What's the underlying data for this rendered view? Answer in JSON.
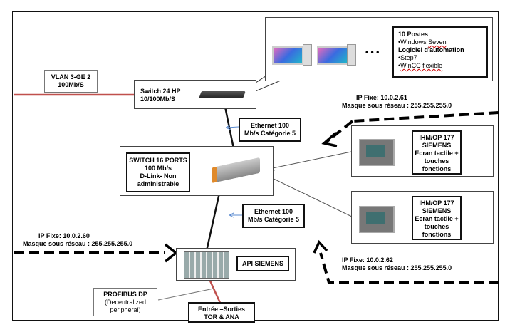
{
  "vlan": {
    "line1": "VLAN 3-GE 2",
    "line2": "100Mb/S"
  },
  "switch24": {
    "line1": "Switch 24 HP",
    "line2": "10/100Mb/S"
  },
  "switch16": {
    "line1": "SWITCH 16 PORTS",
    "line2": "100 Mb/s",
    "line3": "D-Link- Non",
    "line4": "administrable"
  },
  "postes": {
    "title": "10 Postes",
    "os_prefix": "Windows ",
    "os_word": "Seven",
    "sub": "Logiciel d'automation",
    "step": "Step7",
    "wincc": "WinCC flexible"
  },
  "eth_top": {
    "line1": "Ethernet 100",
    "line2": "Mb/s Catégorie 5"
  },
  "eth_bottom": {
    "line1": "Ethernet 100",
    "line2": "Mb/s Catégorie 5"
  },
  "ihm1": {
    "l1": "IHM/OP 177",
    "l2": "SIEMENS",
    "l3": "Ecran tactile +",
    "l4": "touches",
    "l5": "fonctions"
  },
  "ihm2": {
    "l1": "IHM/OP 177",
    "l2": "SIEMENS",
    "l3": "Ecran tactile +",
    "l4": "touches",
    "l5": "fonctions"
  },
  "ip61": {
    "ip": "IP Fixe: 10.0.2.61",
    "mask": "Masque sous réseau : 255.255.255.0"
  },
  "ip60": {
    "ip": "IP Fixe: 10.0.2.60",
    "mask": "Masque sous réseau : 255.255.255.0"
  },
  "ip62": {
    "ip": "IP Fixe: 10.0.2.62",
    "mask": "Masque sous réseau : 255.255.255.0"
  },
  "api": {
    "label": "API SIEMENS"
  },
  "profibus": {
    "l1": "PROFIBUS DP",
    "l2": "(Decentralized",
    "l3": "peripheral)"
  },
  "io": {
    "l1": "Entrée –Sorties",
    "l2": "TOR & ANA"
  },
  "ellipsis": "• • •",
  "colors": {
    "vlan_line": "#c0504d",
    "arrow_blue": "#5b8bd0",
    "profibus_line": "#c0504d"
  }
}
